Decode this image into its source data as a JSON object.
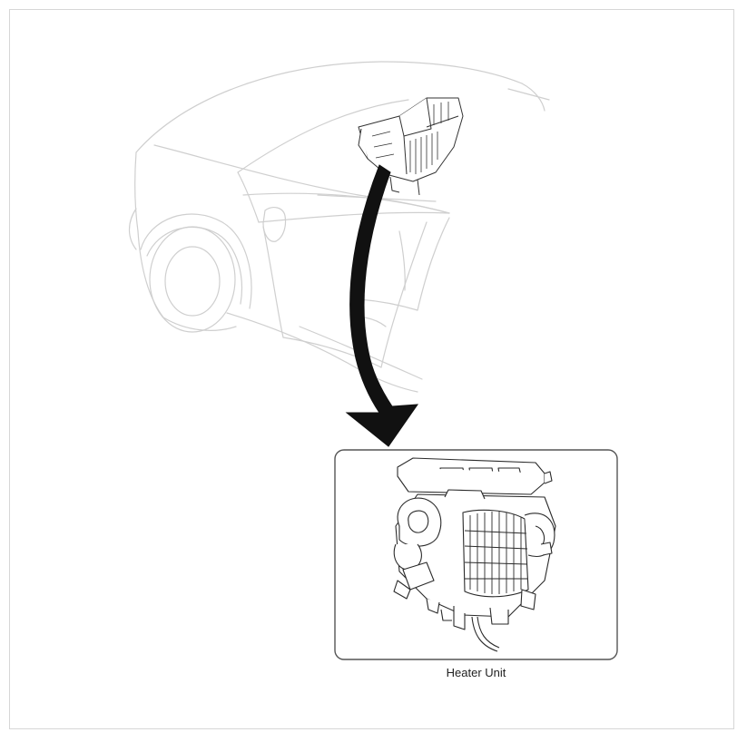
{
  "figure": {
    "callout_label": "Heater Unit"
  },
  "icons": {
    "car": "car-body-outline",
    "heater": "heater-unit-assembly",
    "arrow": "curved-arrow-down"
  },
  "colors": {
    "car_line": "#cfcfcf",
    "part_line": "#333333",
    "arrow_fill": "#111111",
    "frame_border": "#d6d6d6",
    "callout_border": "#555555"
  }
}
